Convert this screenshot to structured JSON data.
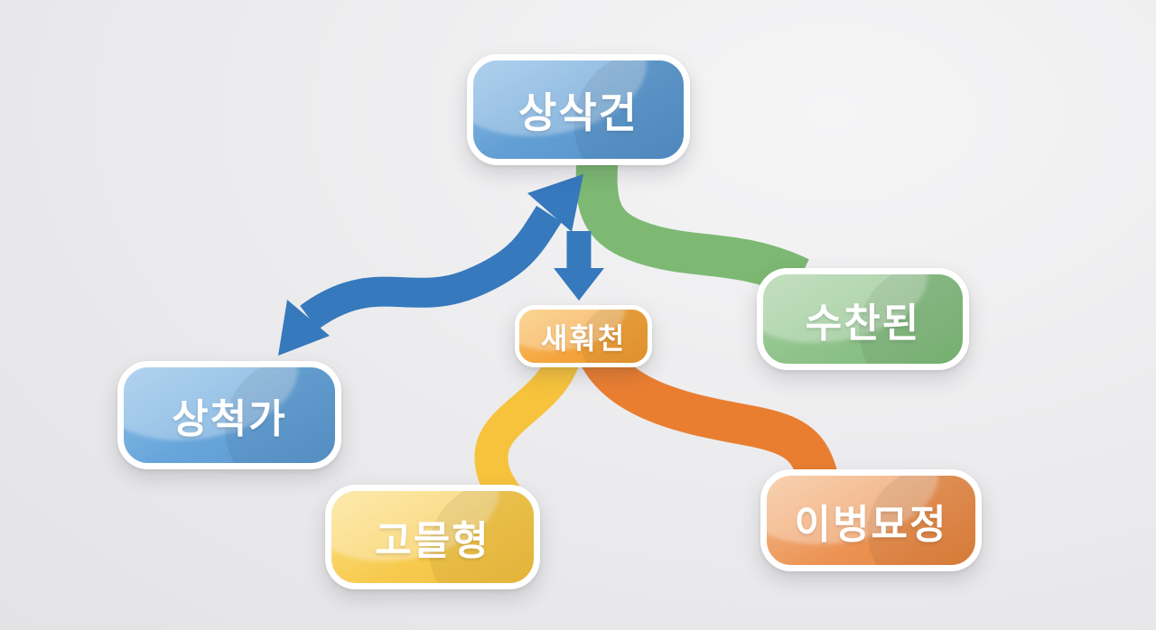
{
  "diagram": {
    "title": "",
    "background_color": "#ececee",
    "nodes": [
      {
        "id": "top",
        "label": "상삭건",
        "color": "#639fd4",
        "text_color": "#ffffff",
        "position": "top-center"
      },
      {
        "id": "center",
        "label": "새훠천",
        "color": "#f4a43c",
        "text_color": "#ffffff",
        "position": "middle-center"
      },
      {
        "id": "right",
        "label": "수찬된",
        "color": "#8ec28a",
        "text_color": "#ffffff",
        "position": "middle-right"
      },
      {
        "id": "left",
        "label": "상척가",
        "color": "#67a5da",
        "text_color": "#ffffff",
        "position": "middle-left"
      },
      {
        "id": "bottom-left",
        "label": "고믈형",
        "color": "#f7ca4e",
        "text_color": "#ffffff",
        "position": "bottom-left"
      },
      {
        "id": "bottom-right",
        "label": "이벙묘정",
        "color": "#ec9455",
        "text_color": "#ffffff",
        "position": "bottom-right"
      }
    ],
    "connectors": [
      {
        "id": "top-to-left-double-arrow",
        "type": "double-headed-s-arrow",
        "from": "top",
        "to": "left",
        "color": "#3679bd"
      },
      {
        "id": "top-to-center-down-arrow",
        "type": "down-arrow",
        "from": "top",
        "to": "center",
        "color": "#3679bd"
      },
      {
        "id": "top-to-right-ribbon",
        "type": "ribbon",
        "from": "top",
        "to": "right",
        "color": "#7db973"
      },
      {
        "id": "center-to-bottomleft-ribbon",
        "type": "ribbon",
        "from": "center",
        "to": "bottom-left",
        "color": "#f7c33d"
      },
      {
        "id": "center-to-bottomright-ribbon",
        "type": "ribbon",
        "from": "center",
        "to": "bottom-right",
        "color": "#e97e31"
      }
    ]
  }
}
